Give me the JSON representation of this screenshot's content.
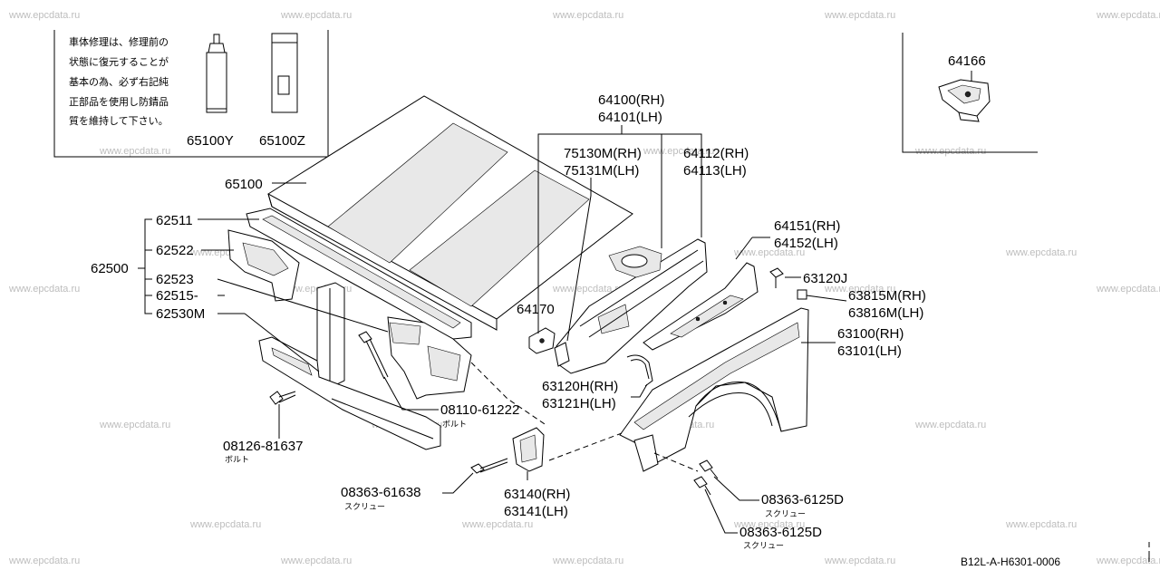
{
  "watermark": "www.epcdata.ru",
  "note_lines": [
    "車体修理は、修理前の",
    "状態に復元することが",
    "基本の為、必ず右記純",
    "正部品を使用し防錆品",
    "質を維持して下さい。"
  ],
  "labels": {
    "p65100Y": "65100Y",
    "p65100Z": "65100Z",
    "p65100": "65100",
    "p62511": "62511",
    "p62522": "62522",
    "p62500": "62500",
    "p62523": "62523",
    "p62515": "62515-",
    "p62530M": "62530M",
    "p64166": "64166",
    "p64100": "64100(RH)",
    "p64101": "64101(LH)",
    "p75130M": "75130M(RH)",
    "p75131M": "75131M(LH)",
    "p64112": "64112(RH)",
    "p64113": "64113(LH)",
    "p64151": "64151(RH)",
    "p64152": "64152(LH)",
    "p63120J": "63120J",
    "p63815M": "63815M(RH)",
    "p63816M": "63816M(LH)",
    "p63100": "63100(RH)",
    "p63101": "63101(LH)",
    "p64170": "64170",
    "p63120H": "63120H(RH)",
    "p63121H": "63121H(LH)",
    "p08110": "08110-61222",
    "p08126": "08126-81637",
    "p08363a": "08363-61638",
    "p63140": "63140(RH)",
    "p63141": "63141(LH)",
    "p08363b": "08363-6125D",
    "p08363c": "08363-6125D",
    "code": "B12L-A-H6301-0006"
  },
  "sublabels": {
    "bolt1": "ボルト",
    "bolt2": "ボルト",
    "screw1": "スクリュー",
    "screw2": "スクリュー",
    "screw3": "スクリュー"
  }
}
